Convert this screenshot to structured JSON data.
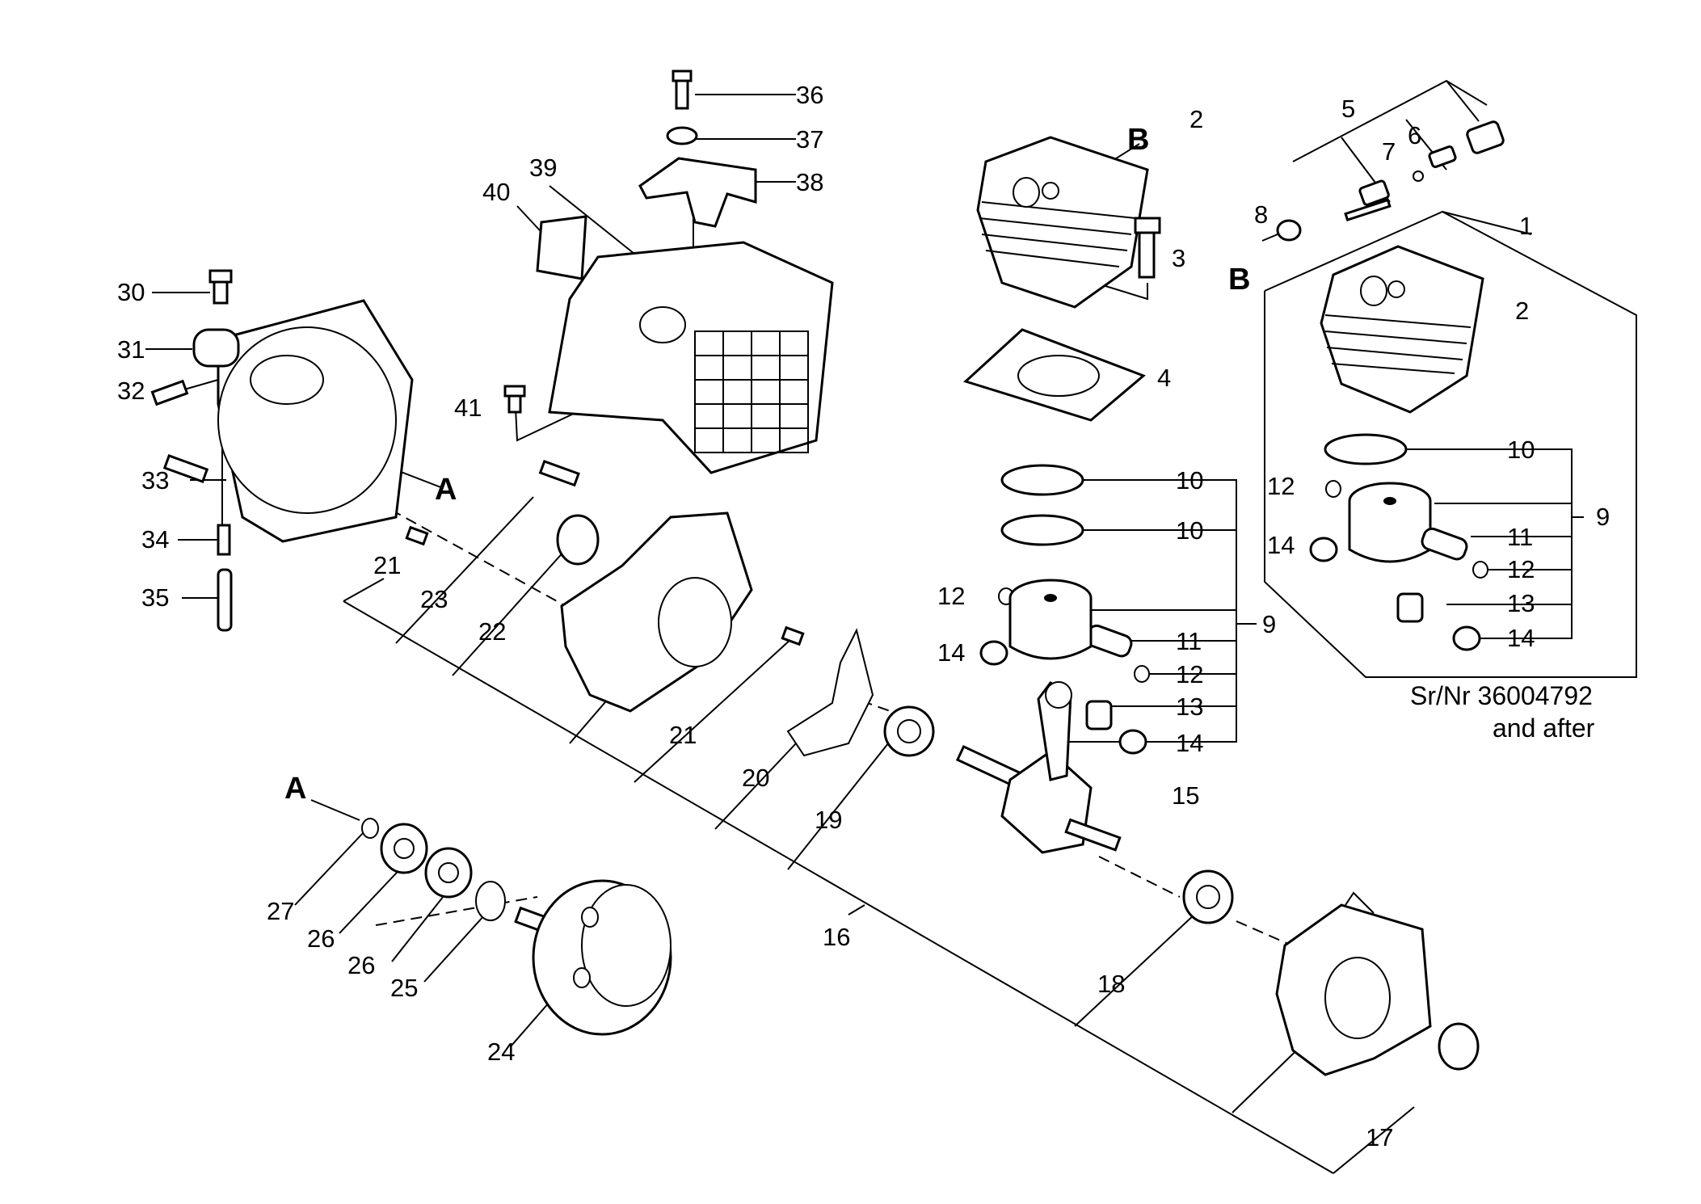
{
  "diagram": {
    "callouts": {
      "n1": "1",
      "n2": "2",
      "n3": "3",
      "n4": "4",
      "n5": "5",
      "n6": "6",
      "n7": "7",
      "n8": "8",
      "n9": "9",
      "n10": "10",
      "n11": "11",
      "n12": "12",
      "n13": "13",
      "n14": "14",
      "n15": "15",
      "n16": "16",
      "n17": "17",
      "n18": "18",
      "n19": "19",
      "n20": "20",
      "n21": "21",
      "n22": "22",
      "n23": "23",
      "n24": "24",
      "n25": "25",
      "n26": "26",
      "n27": "27",
      "n30": "30",
      "n31": "31",
      "n32": "32",
      "n33": "33",
      "n34": "34",
      "n35": "35",
      "n36": "36",
      "n37": "37",
      "n38": "38",
      "n39": "39",
      "n40": "40",
      "n41": "41"
    },
    "refs": {
      "a": "A",
      "b": "B"
    },
    "serial_note": {
      "line1": "Sr/Nr 36004792",
      "line2": "and after"
    }
  }
}
